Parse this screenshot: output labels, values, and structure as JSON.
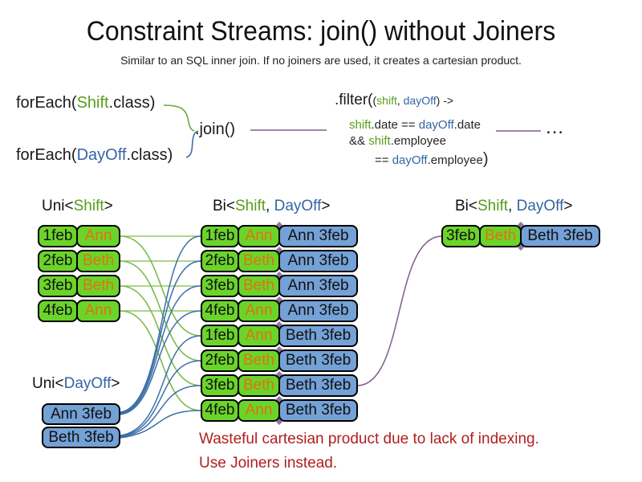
{
  "colors": {
    "green_box": "#6bd42a",
    "blue_box": "#74a1d6",
    "orange_text": "#e2720d",
    "code_green": "#579d1c",
    "code_blue": "#3465a4",
    "connector_green": "#92c860",
    "connector_blue": "#3d6fa8",
    "connector_purple": "#7e5e8e",
    "note_red": "#b11e1e"
  },
  "header": {
    "title": "Constraint Streams: join() without Joiners",
    "subtitle": "Similar to an SQL inner join. If no joiners are used, it creates a cartesian product."
  },
  "code": {
    "foreach_shift": {
      "fn": "forEach(",
      "arg": "Shift",
      "suffix": ".class)"
    },
    "foreach_dayoff": {
      "fn": "forEach(",
      "arg": "DayOff",
      "suffix": ".class)"
    },
    "join": ".join()",
    "filter": {
      "head": ".filter(",
      "p_open": "(",
      "param1": "shift",
      "p_comma": ", ",
      "param2": "dayOff",
      "p_close": ") ->",
      "l2": {
        "a": "shift",
        "b": ".date == ",
        "c": "dayOff",
        "d": ".date"
      },
      "l3": {
        "a": "&& ",
        "b": "shift",
        "c": ".employee"
      },
      "l4": {
        "a": "== ",
        "b": "dayOff",
        "c": ".employee",
        "close": ")"
      }
    },
    "ellipsis": "…"
  },
  "labels": {
    "uni_shift": {
      "pre": "Uni<",
      "type": "Shift",
      "post": ">"
    },
    "bi_mid": {
      "pre": "Bi<",
      "t1": "Shift",
      "sep": ", ",
      "t2": "DayOff",
      "post": ">"
    },
    "bi_right": {
      "pre": "Bi<",
      "t1": "Shift",
      "sep": ", ",
      "t2": "DayOff",
      "post": ">"
    },
    "uni_dayoff": {
      "pre": "Uni<",
      "type": "DayOff",
      "post": ">"
    }
  },
  "shift_table": {
    "rows": [
      {
        "date": "1feb",
        "employee": "Ann"
      },
      {
        "date": "2feb",
        "employee": "Beth"
      },
      {
        "date": "3feb",
        "employee": "Beth"
      },
      {
        "date": "4feb",
        "employee": "Ann"
      }
    ]
  },
  "cartesian_table": {
    "rows": [
      {
        "date": "1feb",
        "employee": "Ann",
        "pair": "Ann 3feb"
      },
      {
        "date": "2feb",
        "employee": "Beth",
        "pair": "Ann 3feb"
      },
      {
        "date": "3feb",
        "employee": "Beth",
        "pair": "Ann 3feb"
      },
      {
        "date": "4feb",
        "employee": "Ann",
        "pair": "Ann 3feb"
      },
      {
        "date": "1feb",
        "employee": "Ann",
        "pair": "Beth 3feb"
      },
      {
        "date": "2feb",
        "employee": "Beth",
        "pair": "Beth 3feb"
      },
      {
        "date": "3feb",
        "employee": "Beth",
        "pair": "Beth 3feb"
      },
      {
        "date": "4feb",
        "employee": "Ann",
        "pair": "Beth 3feb"
      }
    ]
  },
  "joined_table": {
    "rows": [
      {
        "date": "3feb",
        "employee": "Beth",
        "pair": "Beth 3feb"
      }
    ]
  },
  "dayoff_table": {
    "rows": [
      {
        "pair": "Ann 3feb"
      },
      {
        "pair": "Beth 3feb"
      }
    ]
  },
  "note": {
    "line1": "Wasteful cartesian product due to lack of indexing.",
    "line2": "Use Joiners instead."
  }
}
